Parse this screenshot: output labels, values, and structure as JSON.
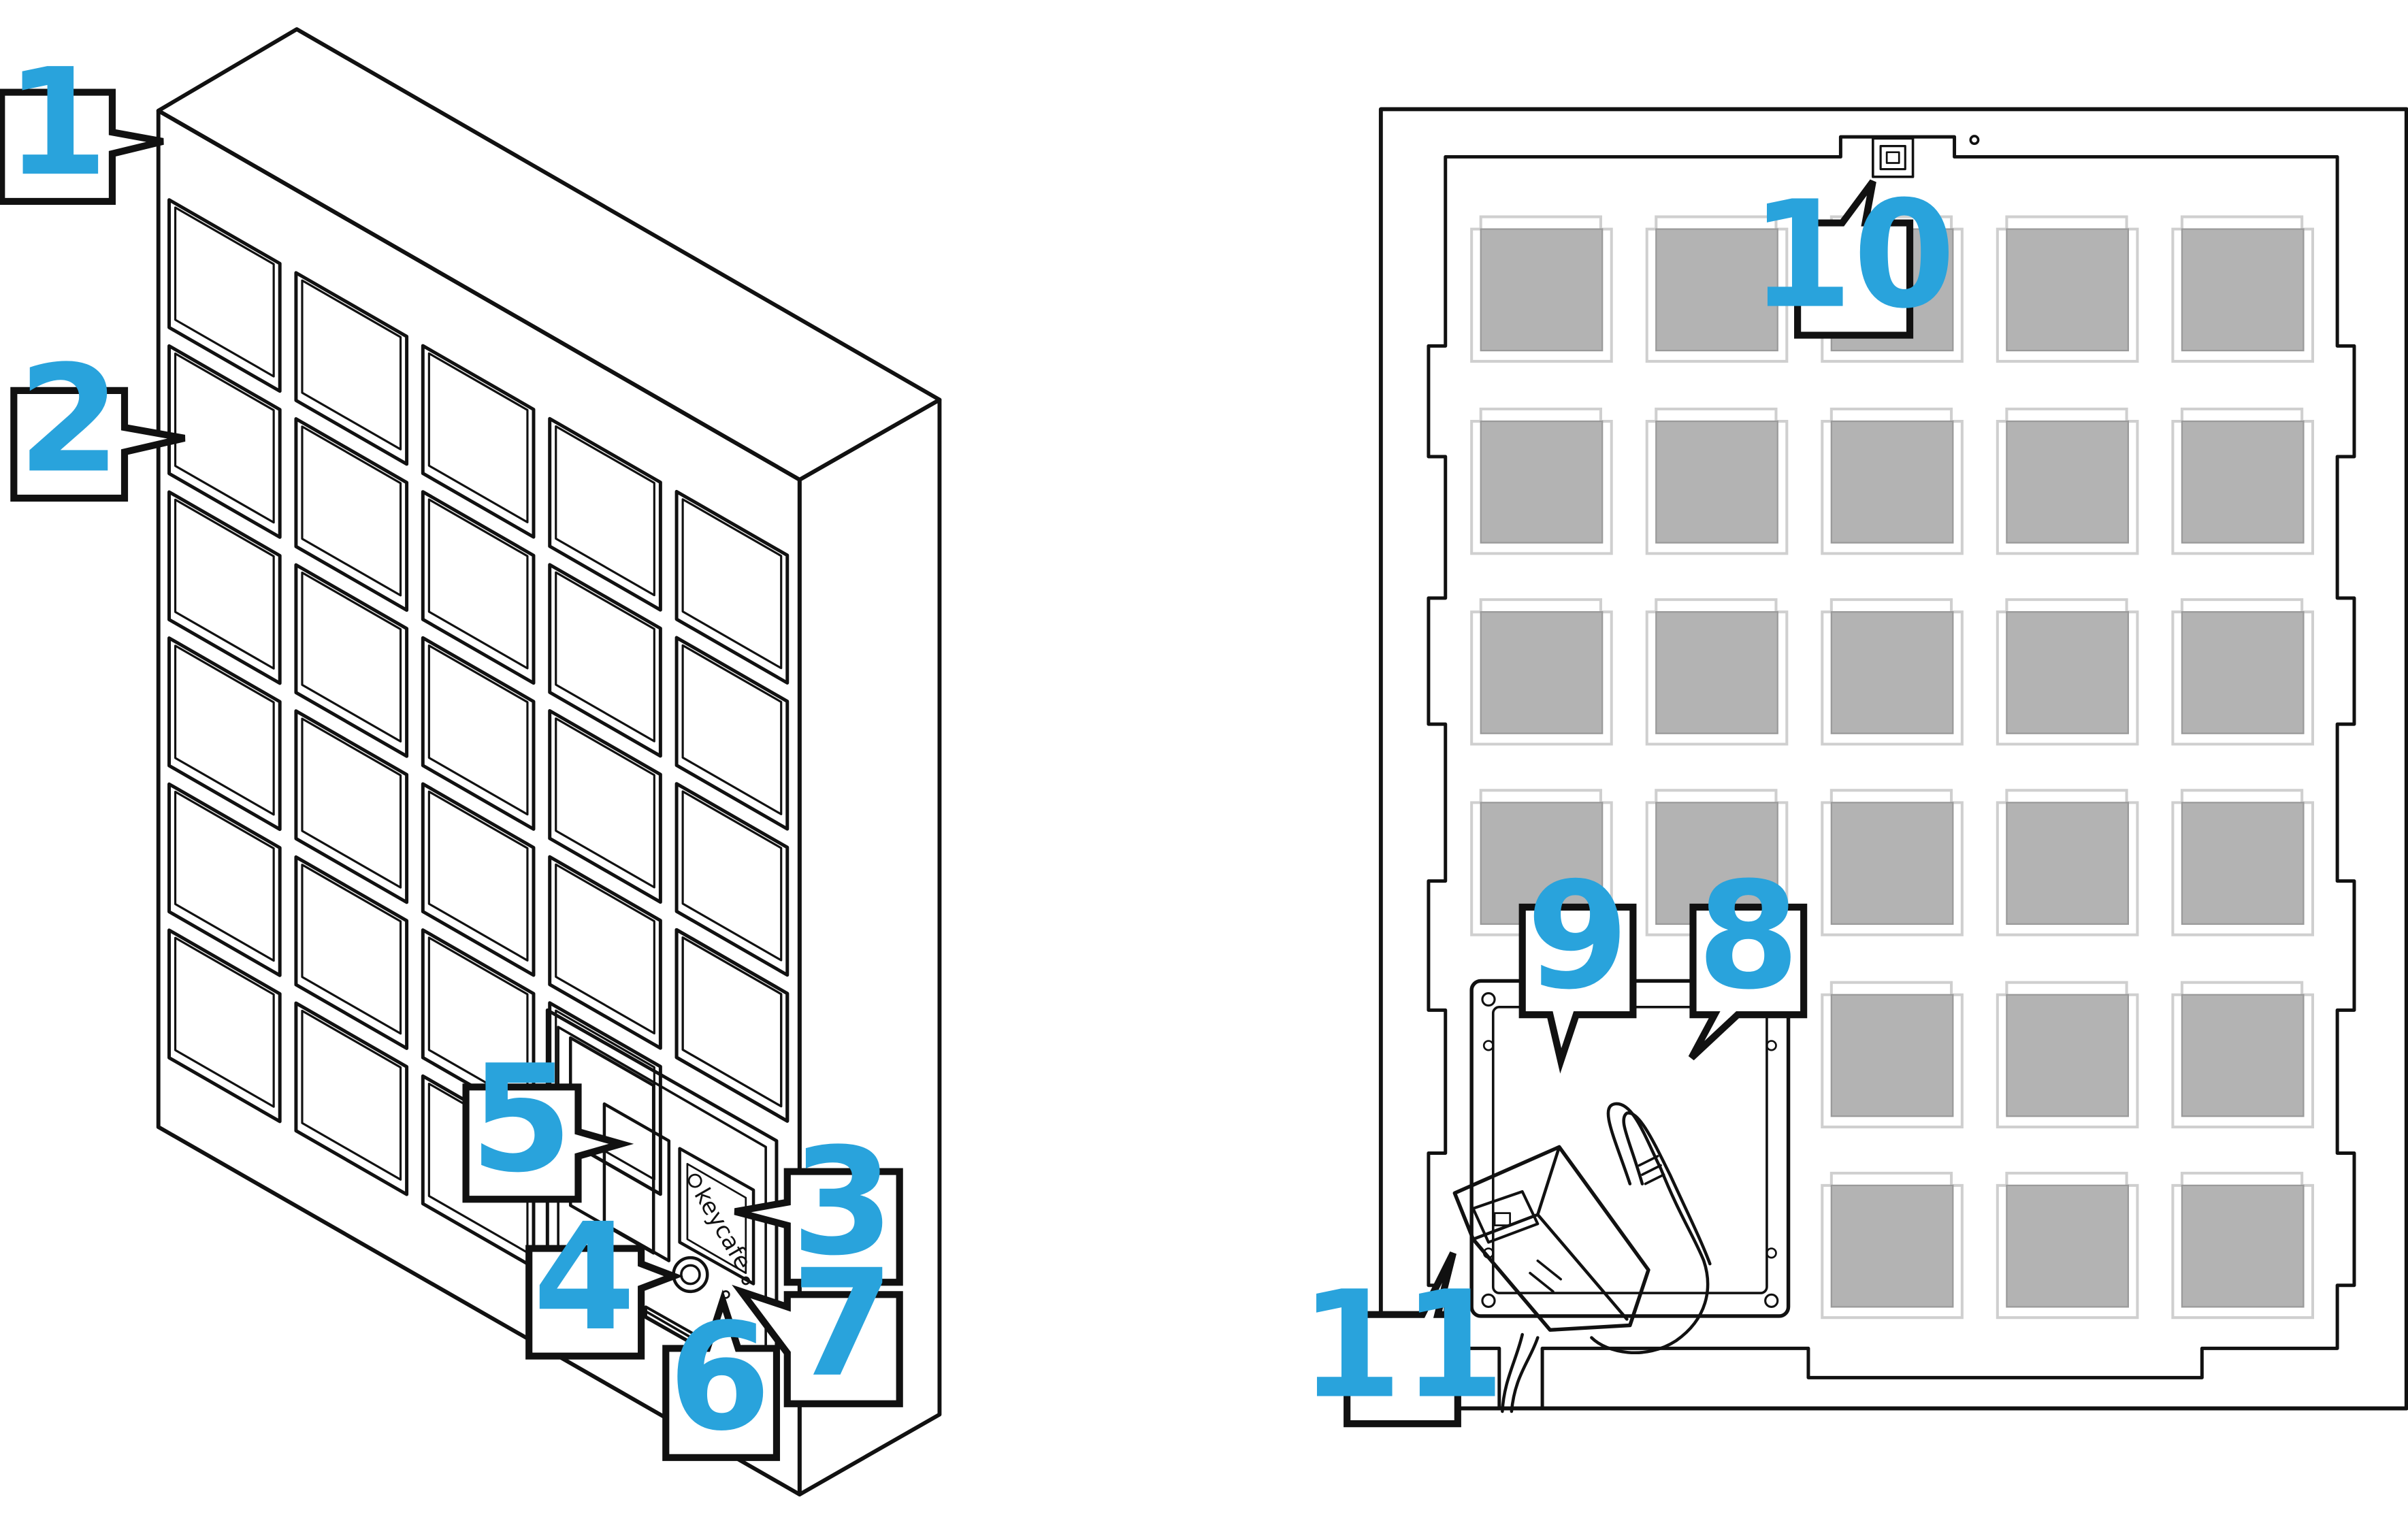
{
  "colors": {
    "callout_number": "#29a3dc",
    "line": "#111111",
    "compartment_fill": "#b3b3b3",
    "compartment_frame": "#cfcfcf",
    "background": "#ffffff"
  },
  "icons": {
    "brand_logo": "keycafe-logo-icon",
    "usb_port": "usb-port-icon",
    "power_adapter": "power-adapter-icon",
    "push_button": "round-button-icon",
    "led": "led-indicator-icon"
  },
  "brand": {
    "text": "keycafe"
  },
  "front_view": {
    "callouts": [
      {
        "id": "1",
        "label": "1"
      },
      {
        "id": "2",
        "label": "2"
      },
      {
        "id": "3",
        "label": "3"
      },
      {
        "id": "4",
        "label": "4"
      },
      {
        "id": "5",
        "label": "5"
      },
      {
        "id": "6",
        "label": "6"
      },
      {
        "id": "7",
        "label": "7"
      }
    ]
  },
  "back_view": {
    "callouts": [
      {
        "id": "8",
        "label": "8"
      },
      {
        "id": "9",
        "label": "9"
      },
      {
        "id": "10",
        "label": "10"
      },
      {
        "id": "11",
        "label": "11"
      }
    ]
  }
}
